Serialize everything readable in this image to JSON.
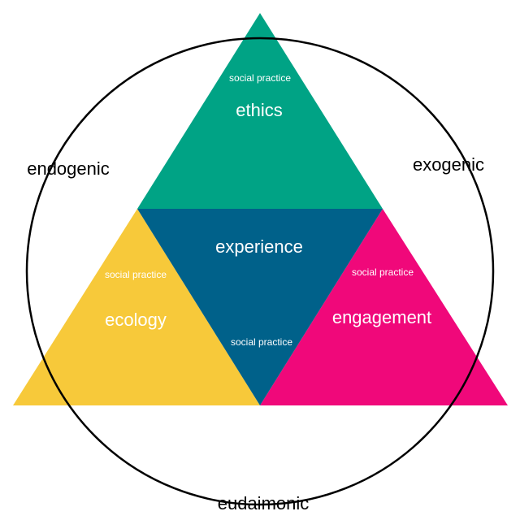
{
  "colors": {
    "ethics": "#00A385",
    "experience": "#00618A",
    "ecology": "#F7C93A",
    "engagement": "#F0087A",
    "circle": "#000000"
  },
  "triangles": {
    "ethics": {
      "title": "ethics",
      "subtitle": "social practice"
    },
    "experience": {
      "title": "experience",
      "subtitle": "social practice"
    },
    "ecology": {
      "title": "ecology",
      "subtitle": "social practice"
    },
    "engagement": {
      "title": "engagement",
      "subtitle": "social practice"
    }
  },
  "outer_labels": {
    "endogenic": "endogenic",
    "exogenic": "exogenic",
    "eudaimonic": "eudaimonic"
  }
}
